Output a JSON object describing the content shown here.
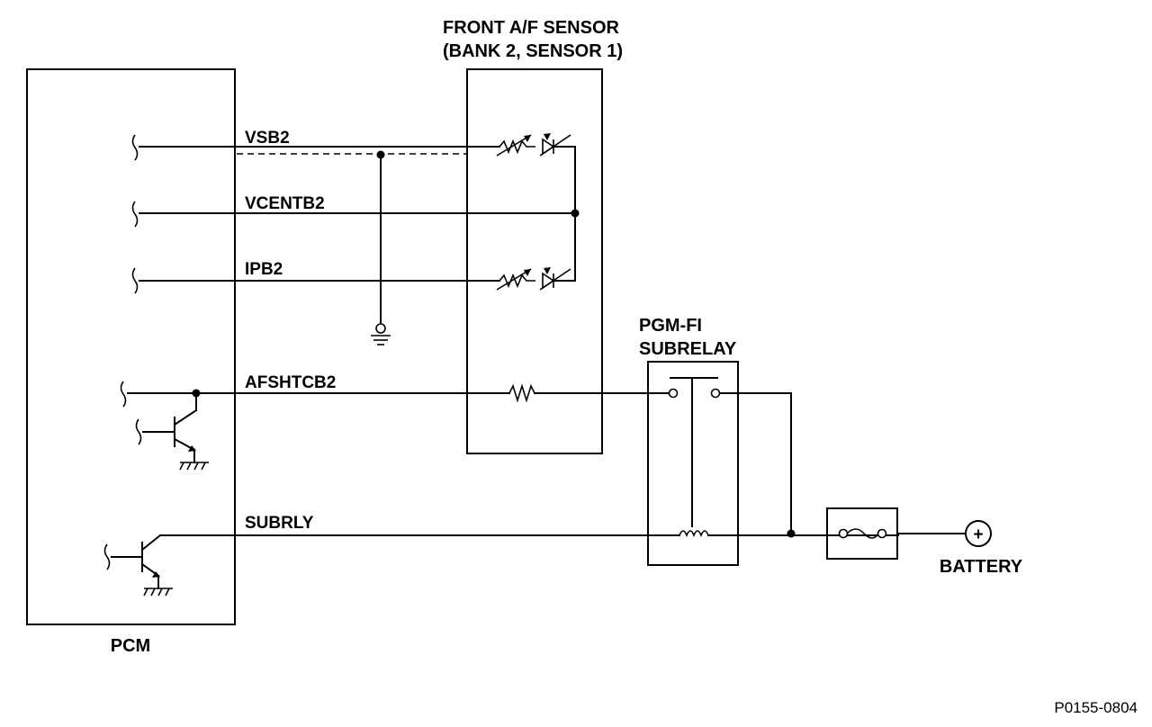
{
  "sensor": {
    "title_line1": "FRONT A/F SENSOR",
    "title_line2": "(BANK 2, SENSOR 1)"
  },
  "pcm": {
    "label": "PCM"
  },
  "relay": {
    "title_line1": "PGM-FI",
    "title_line2": "SUBRELAY"
  },
  "battery": {
    "label": "BATTERY",
    "symbol": "+"
  },
  "wires": {
    "vsb2": "VSB2",
    "vcentb2": "VCENTB2",
    "ipb2": "IPB2",
    "afshtcb2": "AFSHTCB2",
    "subrly": "SUBRLY"
  },
  "figure": {
    "code": "P0155-0804"
  }
}
